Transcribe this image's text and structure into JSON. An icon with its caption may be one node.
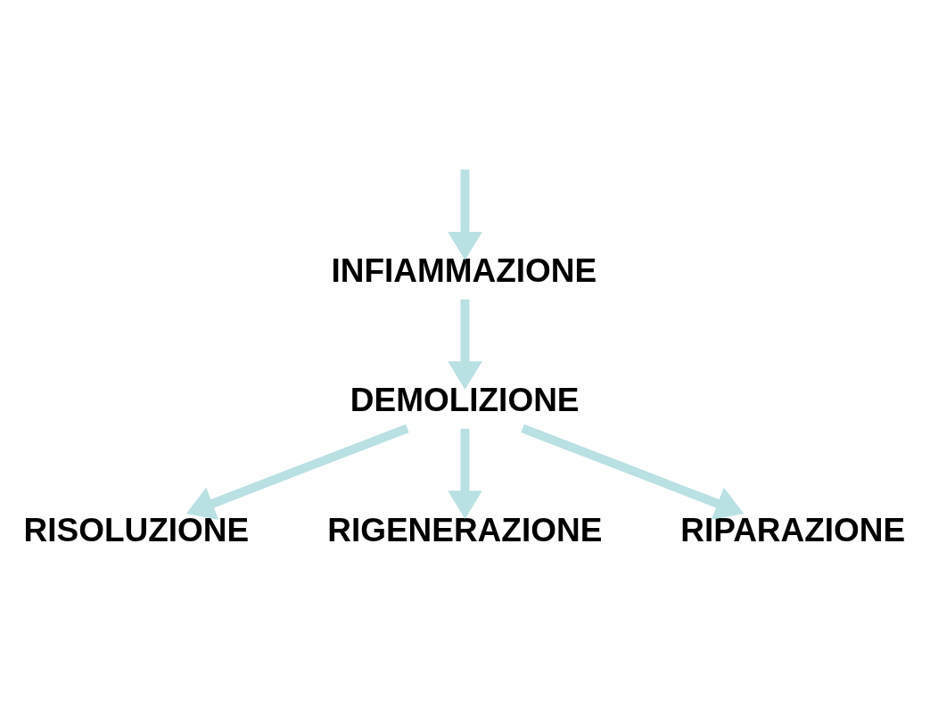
{
  "diagram": {
    "nodes": [
      {
        "text": [
          "INFIAMMAZIONE"
        ]
      },
      {
        "text": [
          "DEMOLIZIONE"
        ]
      },
      {
        "text": [
          "RISOLUZIONE"
        ]
      },
      {
        "text": [
          "RIGENERAZIONE"
        ]
      },
      {
        "text": [
          "RIPARAZIONE"
        ]
      }
    ],
    "edges": [
      {
        "from": null,
        "to": 0,
        "arrow": "to"
      },
      {
        "from": 0,
        "to": 1,
        "arrow": "to"
      },
      {
        "from": 1,
        "to": 2,
        "arrow": "to"
      },
      {
        "from": 1,
        "to": 3,
        "arrow": "to"
      },
      {
        "from": 1,
        "to": 4,
        "arrow": "to"
      }
    ]
  }
}
